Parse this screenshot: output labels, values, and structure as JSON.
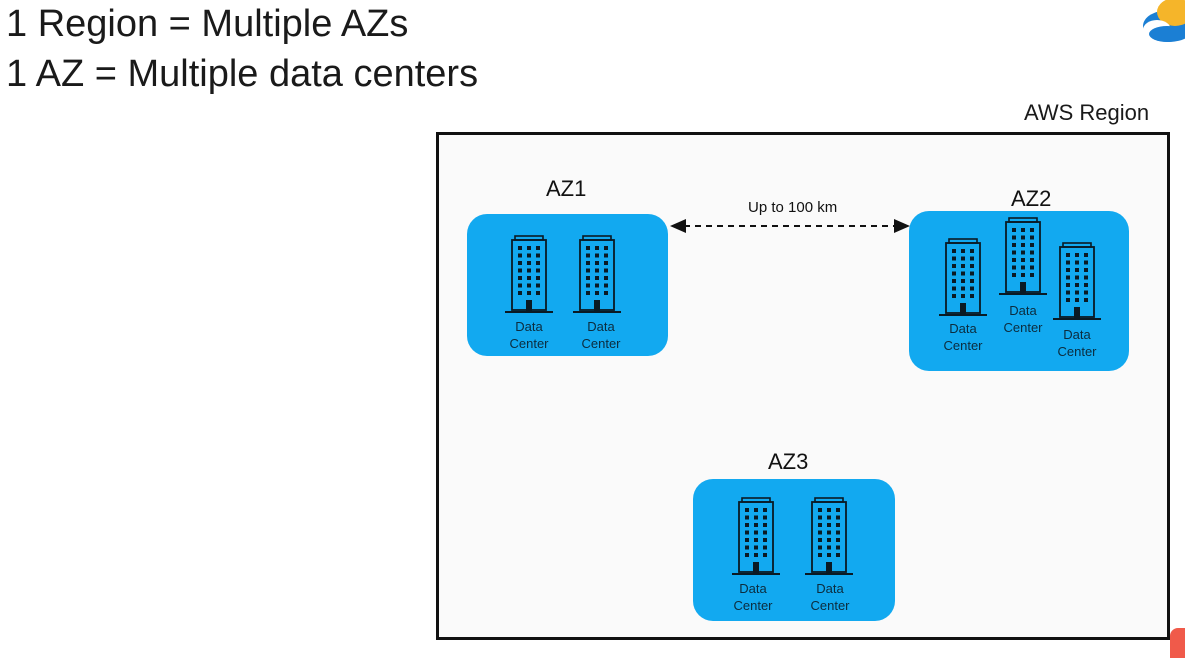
{
  "heading": {
    "line1": "1 Region = Multiple AZs",
    "line2": "1 AZ = Multiple data centers"
  },
  "region": {
    "label": "AWS Region"
  },
  "connector": {
    "distance": "Up to 100 km"
  },
  "azs": [
    {
      "label": "AZ1",
      "data_centers": [
        {
          "line1": "Data",
          "line2": "Center"
        },
        {
          "line1": "Data",
          "line2": "Center"
        }
      ]
    },
    {
      "label": "AZ2",
      "data_centers": [
        {
          "line1": "Data",
          "line2": "Center"
        },
        {
          "line1": "Data",
          "line2": "Center"
        },
        {
          "line1": "Data",
          "line2": "Center"
        }
      ]
    },
    {
      "label": "AZ3",
      "data_centers": [
        {
          "line1": "Data",
          "line2": "Center"
        },
        {
          "line1": "Data",
          "line2": "Center"
        }
      ]
    }
  ],
  "colors": {
    "az_fill": "#12a9f0",
    "building_stroke": "#0a1a24",
    "region_border": "#111111"
  }
}
